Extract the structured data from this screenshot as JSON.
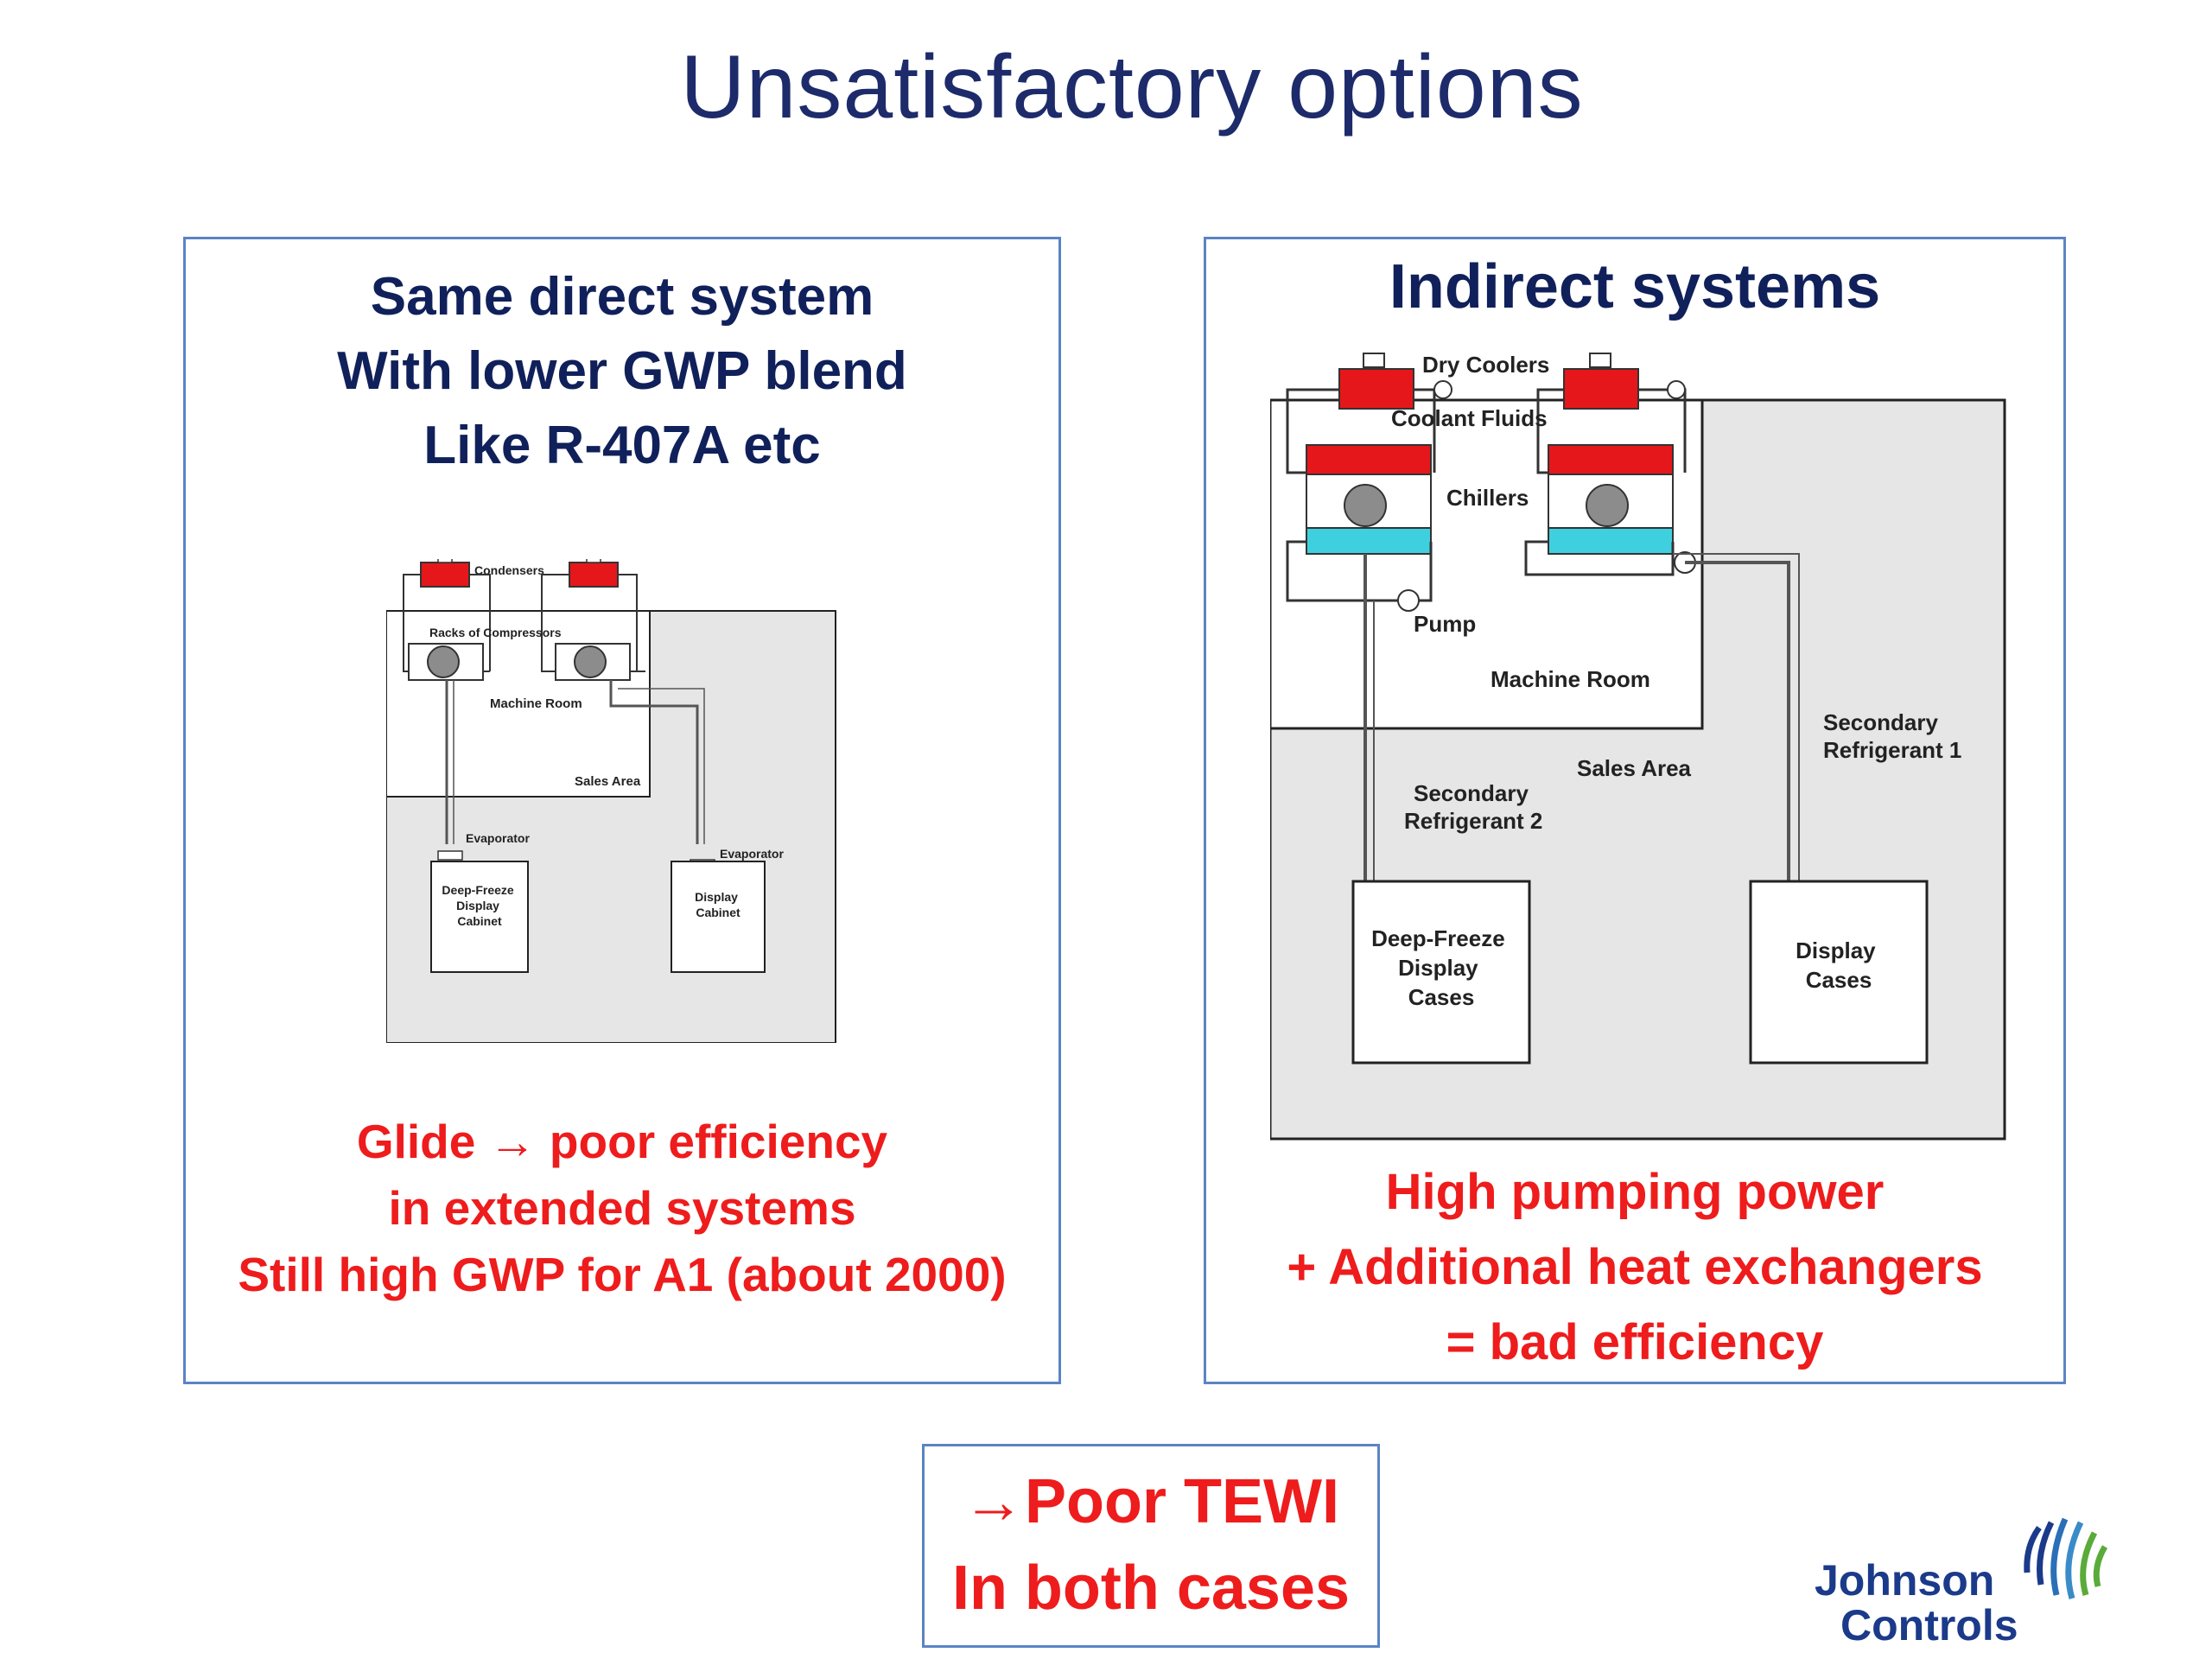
{
  "slide": {
    "title": "Unsatisfactory options"
  },
  "left_panel": {
    "heading_lines": [
      "Same direct system",
      "With lower GWP blend",
      "Like R-407A etc"
    ],
    "diagram_labels": {
      "condensers": "Condensers",
      "racks": "Racks of Compressors",
      "machine_room": "Machine Room",
      "sales_area": "Sales Area",
      "evaporator_1": "Evaporator",
      "evaporator_2": "Evaporator",
      "cabinet_1": [
        "Deep-Freeze",
        "Display",
        "Cabinet"
      ],
      "cabinet_2": [
        "Display",
        "Cabinet"
      ]
    },
    "conclusion_lines": [
      "Glide → poor efficiency",
      "in extended systems",
      "Still high GWP for A1 (about 2000)"
    ]
  },
  "right_panel": {
    "heading": "Indirect systems",
    "diagram_labels": {
      "dry_coolers": "Dry Coolers",
      "coolant_fluids": "Coolant Fluids",
      "chillers": "Chillers",
      "pump": "Pump",
      "machine_room": "Machine Room",
      "sales_area": "Sales Area",
      "secondary_1": [
        "Secondary",
        "Refrigerant 1"
      ],
      "secondary_2": [
        "Secondary",
        "Refrigerant 2"
      ],
      "cases_1": [
        "Deep-Freeze",
        "Display",
        "Cases"
      ],
      "cases_2": [
        "Display",
        "Cases"
      ]
    },
    "conclusion_lines": [
      "High pumping power",
      "+ Additional heat exchangers",
      "= bad efficiency"
    ]
  },
  "tewi_box": {
    "line1": "→Poor TEWI",
    "line2": "In both cases"
  },
  "logo": {
    "word1": "Johnson",
    "word2": "Controls"
  },
  "colors": {
    "title": "#1d2b6b",
    "heading": "#10205a",
    "accent_red": "#ee1c1c",
    "border": "#5b84c4",
    "diagram_red": "#e5171a",
    "diagram_cyan": "#3fd0df",
    "diagram_gray": "#e6e6e6",
    "logo_blue": "#1b3a8a",
    "logo_green": "#5aab3a"
  }
}
